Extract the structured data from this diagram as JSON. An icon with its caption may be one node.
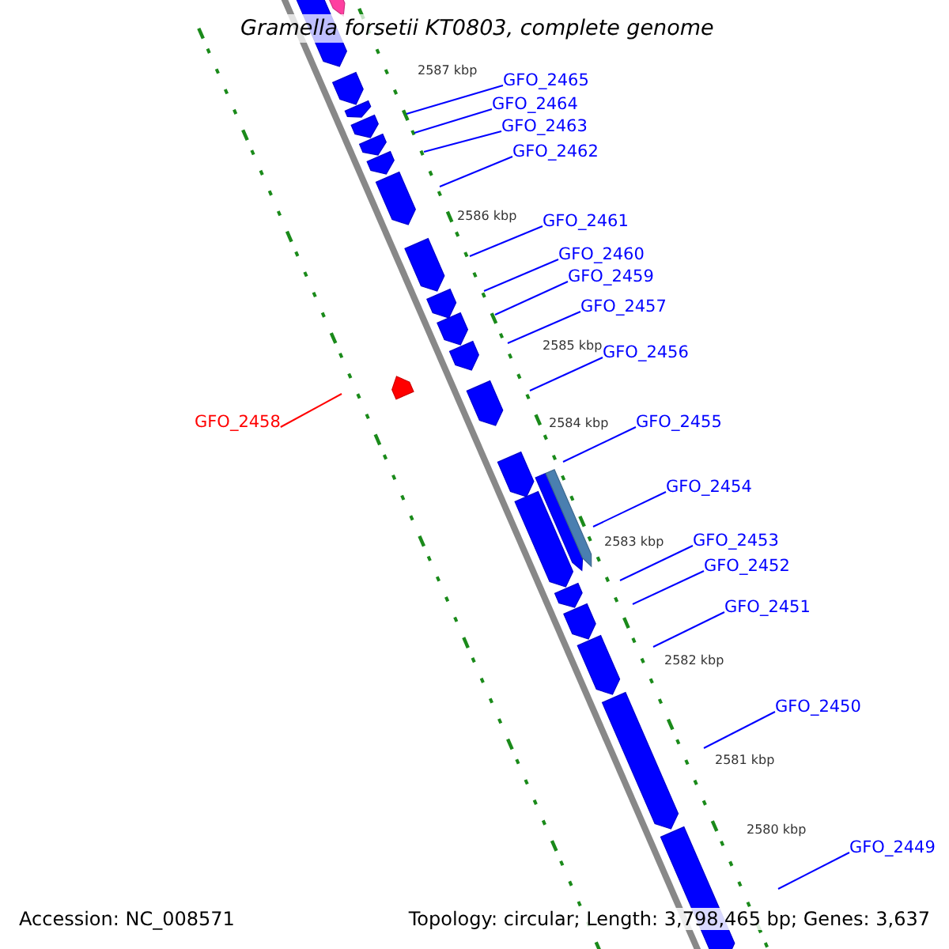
{
  "diagram": {
    "title": "Gramella forsetii KT0803, complete genome",
    "nodes": [
      {
        "text": [
          "GFO_2465"
        ]
      },
      {
        "text": [
          "GFO_2464"
        ]
      },
      {
        "text": [
          "GFO_2463"
        ]
      },
      {
        "text": [
          "GFO_2462"
        ]
      },
      {
        "text": [
          "GFO_2461"
        ]
      },
      {
        "text": [
          "GFO_2460"
        ]
      },
      {
        "text": [
          "GFO_2459"
        ]
      },
      {
        "text": [
          "GFO_2457"
        ]
      },
      {
        "text": [
          "GFO_2456"
        ]
      },
      {
        "text": [
          "GFO_2458"
        ]
      },
      {
        "text": [
          "GFO_2455"
        ]
      },
      {
        "text": [
          "GFO_2454"
        ]
      },
      {
        "text": [
          "GFO_2453"
        ]
      },
      {
        "text": [
          "GFO_2452"
        ]
      },
      {
        "text": [
          "GFO_2451"
        ]
      },
      {
        "text": [
          "GFO_2450"
        ]
      },
      {
        "text": [
          "GFO_2449"
        ]
      }
    ],
    "edges": [
      {
        "from": 0,
        "to": null,
        "arrow": "none"
      },
      {
        "from": 1,
        "to": null,
        "arrow": "none"
      },
      {
        "from": 2,
        "to": null,
        "arrow": "none"
      },
      {
        "from": 3,
        "to": null,
        "arrow": "none"
      },
      {
        "from": 4,
        "to": null,
        "arrow": "none"
      },
      {
        "from": 5,
        "to": null,
        "arrow": "none"
      },
      {
        "from": 6,
        "to": null,
        "arrow": "none"
      },
      {
        "from": 7,
        "to": null,
        "arrow": "none"
      },
      {
        "from": 8,
        "to": null,
        "arrow": "none"
      },
      {
        "from": 9,
        "to": null,
        "arrow": "none",
        "color": "#ff0000"
      },
      {
        "from": 10,
        "to": null,
        "arrow": "none"
      },
      {
        "from": 11,
        "to": null,
        "arrow": "none"
      },
      {
        "from": 12,
        "to": null,
        "arrow": "none"
      },
      {
        "from": 13,
        "to": null,
        "arrow": "none"
      },
      {
        "from": 14,
        "to": null,
        "arrow": "none"
      },
      {
        "from": 15,
        "to": null,
        "arrow": "none"
      },
      {
        "from": 16,
        "to": null,
        "arrow": "none"
      }
    ],
    "labels": [
      "2587 kbp",
      "2586 kbp",
      "2585 kbp",
      "2584 kbp",
      "2583 kbp",
      "2582 kbp",
      "2581 kbp",
      "2580 kbp",
      "Accession: NC_008571",
      "Topology: circular; Length: 3,798,465 bp; Genes: 3,637"
    ]
  }
}
